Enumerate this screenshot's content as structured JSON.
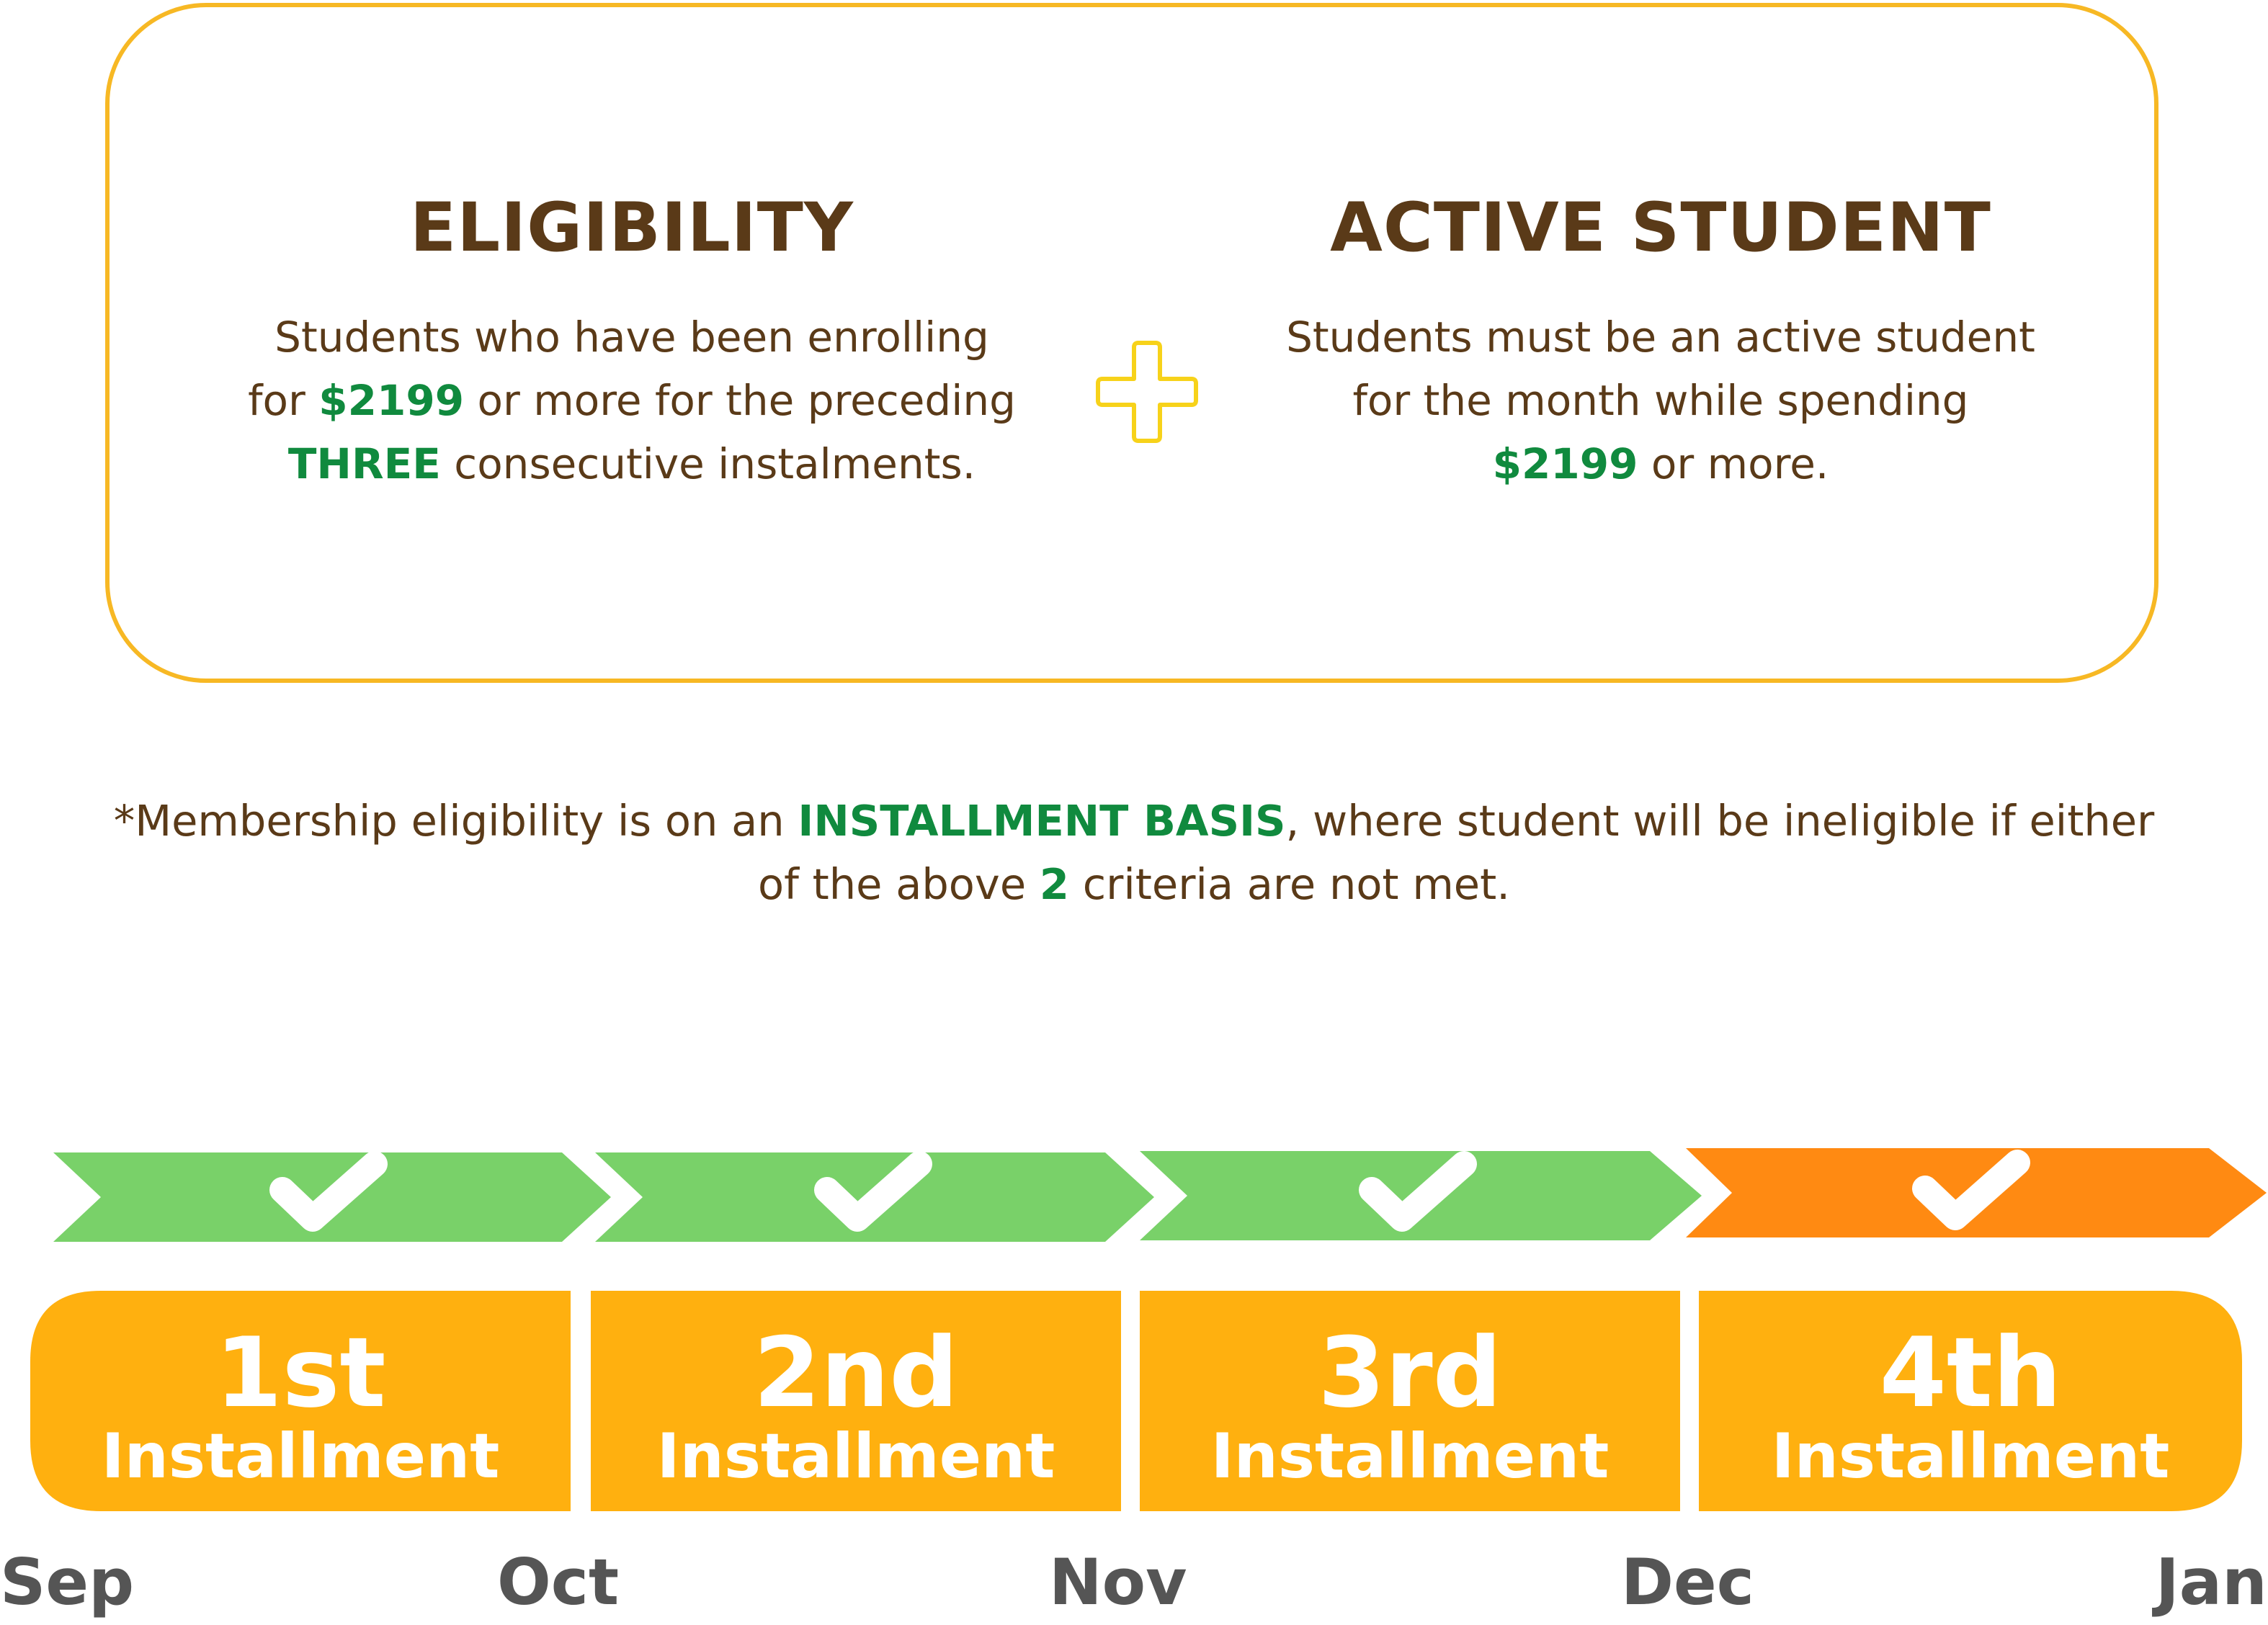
{
  "eligibility": {
    "title": "ELIGIBILITY",
    "line1": "Students who have been enrolling",
    "line2_pre": "for ",
    "line2_amount": "$2199",
    "line2_post": " or more for the preceding",
    "line3_highlight": "THREE",
    "line3_post": " consecutive instalments."
  },
  "active_student": {
    "title": "ACTIVE STUDENT",
    "line1": "Students must be an active student",
    "line2": "for the month while spending",
    "line3_amount": "$2199",
    "line3_post": " or more."
  },
  "note": {
    "part1": "*Membership eligibility is on an ",
    "highlight1": "INSTALLMENT BASIS",
    "part2": ", where student will be ineligible if either",
    "part3": "of the above ",
    "highlight2": "2",
    "part4": " criteria are not met."
  },
  "icons": {
    "plus": "plus-icon",
    "check": "checkmark-icon"
  },
  "colors": {
    "box_border": "#f7b824",
    "brown_text": "#5a3a18",
    "green_text": "#108a3e",
    "arrow_green": "#79d169",
    "arrow_orange": "#ff8a12",
    "installment_fill": "#ffb00f",
    "month_text": "#555555"
  },
  "installments": [
    {
      "number": "1st",
      "label": "Installment",
      "status_color": "#79d169"
    },
    {
      "number": "2nd",
      "label": "Installment",
      "status_color": "#79d169"
    },
    {
      "number": "3rd",
      "label": "Installment",
      "status_color": "#79d169"
    },
    {
      "number": "4th",
      "label": "Installment",
      "status_color": "#ff8a12"
    }
  ],
  "months": [
    "Sep",
    "Oct",
    "Nov",
    "Dec",
    "Jan"
  ]
}
